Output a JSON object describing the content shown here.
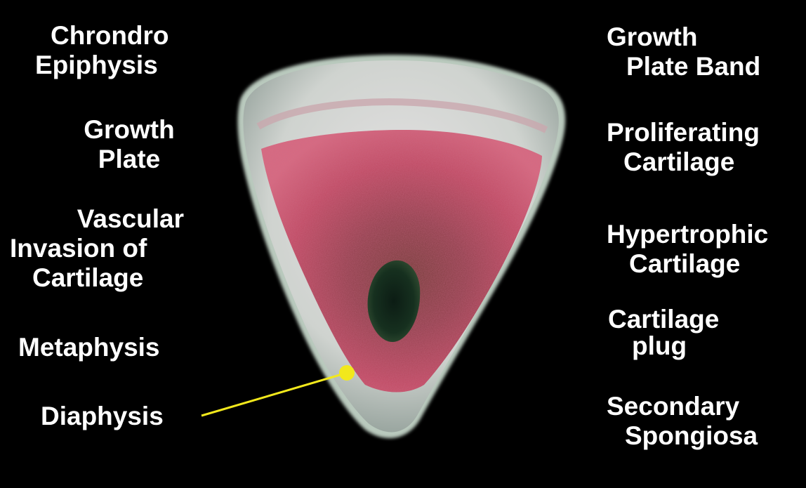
{
  "left_labels": {
    "chondro_epiphysis": [
      "Chrondro",
      "Epiphysis"
    ],
    "growth_plate": [
      "Growth",
      "Plate"
    ],
    "vascular_invasion": [
      "Vascular",
      "Invasion of",
      "Cartilage"
    ],
    "metaphysis": [
      "Metaphysis"
    ],
    "diaphysis": [
      "Diaphysis"
    ]
  },
  "right_labels": {
    "growth_plate_band": [
      "Growth",
      "Plate Band"
    ],
    "proliferating_cartilage": [
      "Proliferating",
      "Cartilage"
    ],
    "hypertrophic_cartilage": [
      "Hypertrophic",
      "Cartilage"
    ],
    "cartilage_plug": [
      "Cartilage",
      "plug"
    ],
    "secondary_spongiosa": [
      "Secondary",
      "Spongiosa"
    ]
  },
  "colors": {
    "background": "#000000",
    "text": "#ffffff",
    "pointer": "#f2e81c",
    "cartilage_rim": "#d9dcd6",
    "growth_zone": "#b84a5e",
    "marrow_cavity": "#142a1e"
  }
}
